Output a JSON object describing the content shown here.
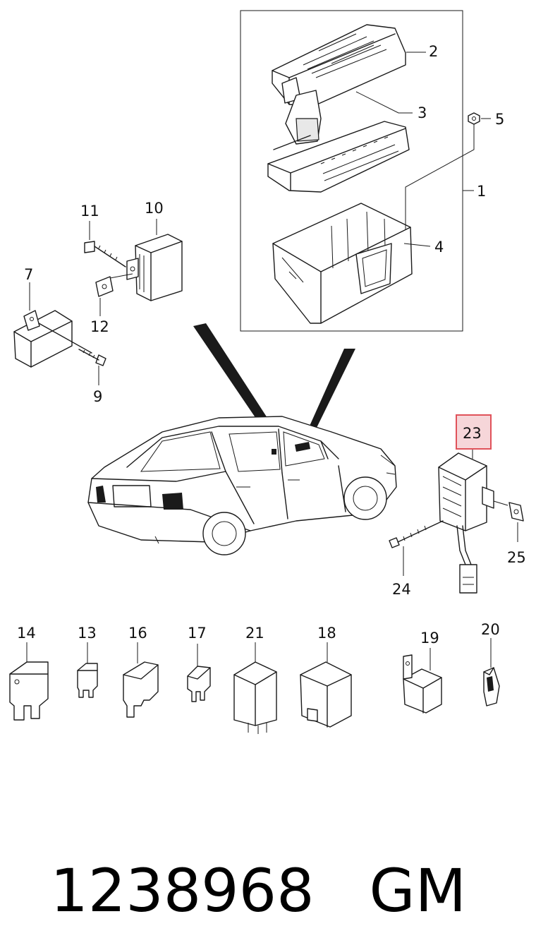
{
  "callouts": {
    "c1": "1",
    "c2": "2",
    "c3": "3",
    "c4": "4",
    "c5": "5",
    "c7": "7",
    "c9": "9",
    "c10": "10",
    "c11": "11",
    "c12": "12",
    "c13": "13",
    "c14": "14",
    "c16": "16",
    "c17": "17",
    "c18": "18",
    "c19": "19",
    "c20": "20",
    "c21": "21",
    "c23": "23",
    "c24": "24",
    "c25": "25"
  },
  "highlight": {
    "color": "#e0525a",
    "fill": "#f6d6d9"
  },
  "footer": {
    "part_number": "1238968",
    "brand": "GM"
  }
}
